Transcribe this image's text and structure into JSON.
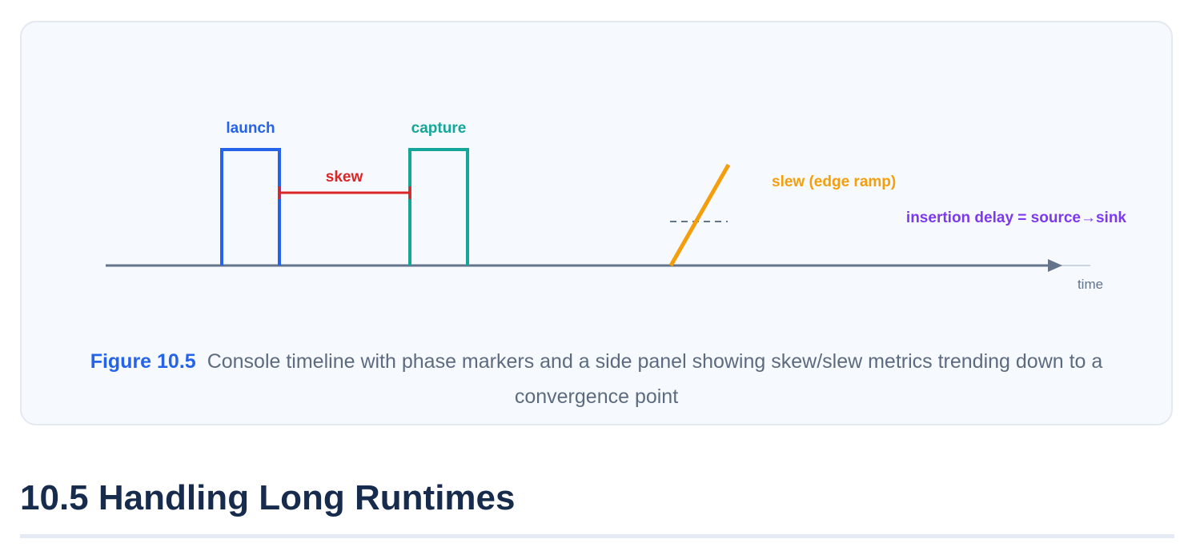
{
  "figure": {
    "label": "Figure 10.5",
    "caption": "Console timeline with phase markers and a side panel showing skew/slew metrics trending down to a convergence point"
  },
  "diagram": {
    "launch_label": "launch",
    "capture_label": "capture",
    "skew_label": "skew",
    "slew_label": "slew (edge ramp)",
    "insertion_label": "insertion delay = source→sink",
    "axis_label": "time",
    "colors": {
      "launch": "#2563eb",
      "capture": "#14a69a",
      "skew": "#dc2626",
      "slew": "#f59e0b",
      "insertion": "#7c3aed",
      "axis": "#64748b"
    }
  },
  "section": {
    "heading": "10.5 Handling Long Runtimes"
  }
}
